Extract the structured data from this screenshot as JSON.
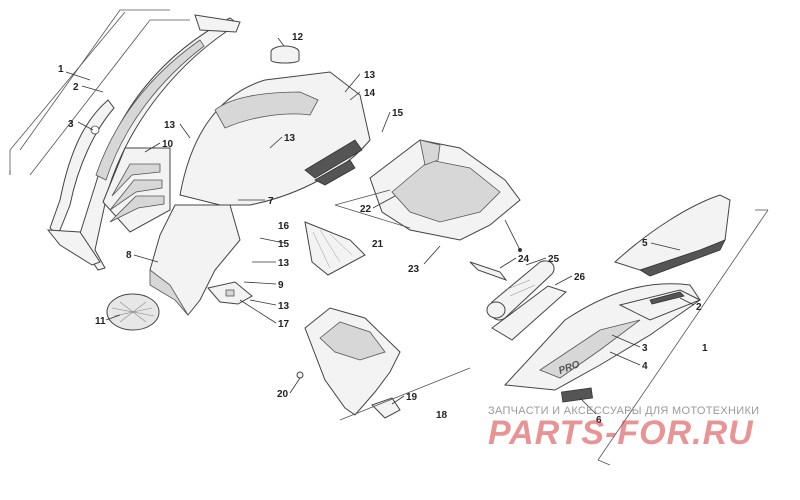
{
  "callouts": [
    {
      "id": "c1a",
      "label": "1"
    },
    {
      "id": "c2a",
      "label": "2"
    },
    {
      "id": "c3a",
      "label": "3"
    },
    {
      "id": "c10",
      "label": "10"
    },
    {
      "id": "c12",
      "label": "12"
    },
    {
      "id": "c13a",
      "label": "13"
    },
    {
      "id": "c14",
      "label": "14"
    },
    {
      "id": "c15a",
      "label": "15"
    },
    {
      "id": "c13b",
      "label": "13"
    },
    {
      "id": "c13c",
      "label": "13"
    },
    {
      "id": "c7",
      "label": "7"
    },
    {
      "id": "c16",
      "label": "16"
    },
    {
      "id": "c15b",
      "label": "15"
    },
    {
      "id": "c13d",
      "label": "13"
    },
    {
      "id": "c8",
      "label": "8"
    },
    {
      "id": "c9",
      "label": "9"
    },
    {
      "id": "c13e",
      "label": "13"
    },
    {
      "id": "c11",
      "label": "11"
    },
    {
      "id": "c17",
      "label": "17"
    },
    {
      "id": "c22",
      "label": "22"
    },
    {
      "id": "c21",
      "label": "21"
    },
    {
      "id": "c23",
      "label": "23"
    },
    {
      "id": "c24",
      "label": "24"
    },
    {
      "id": "c25",
      "label": "25"
    },
    {
      "id": "c26",
      "label": "26"
    },
    {
      "id": "c5",
      "label": "5"
    },
    {
      "id": "c2b",
      "label": "2"
    },
    {
      "id": "c1b",
      "label": "1"
    },
    {
      "id": "c3b",
      "label": "3"
    },
    {
      "id": "c4",
      "label": "4"
    },
    {
      "id": "c20",
      "label": "20"
    },
    {
      "id": "c19",
      "label": "19"
    },
    {
      "id": "c18",
      "label": "18"
    },
    {
      "id": "c6",
      "label": "6"
    }
  ],
  "watermark": {
    "subtitle": "ЗАПЧАСТИ И АКСЕССУАРЫ ДЛЯ МОТОТЕХНИКИ",
    "logo": "PARTS-FOR.RU"
  },
  "decal_text": "PRO",
  "colors": {
    "watermark_logo": "#d63c3c",
    "watermark_subtitle": "#9a9a9a",
    "line": "#333333"
  }
}
